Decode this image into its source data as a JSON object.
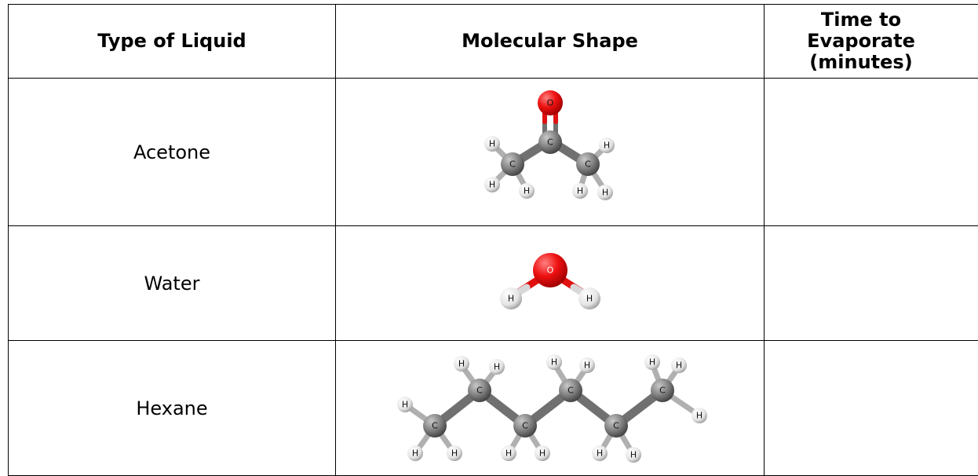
{
  "headers": {
    "type": "Type of Liquid",
    "shape": "Molecular Shape",
    "time_line1": "Time to Evaporate",
    "time_line2": "(minutes)"
  },
  "rows": [
    {
      "name": "Acetone",
      "time": ""
    },
    {
      "name": "Water",
      "time": ""
    },
    {
      "name": "Hexane",
      "time": ""
    }
  ],
  "atom_labels": {
    "hydrogen": "H",
    "carbon": "C",
    "oxygen": "O"
  },
  "colors": {
    "carbon": "#7a7a7a",
    "oxygen": "#e01010",
    "hydrogen": "#eeeeee",
    "border": "#000000"
  }
}
